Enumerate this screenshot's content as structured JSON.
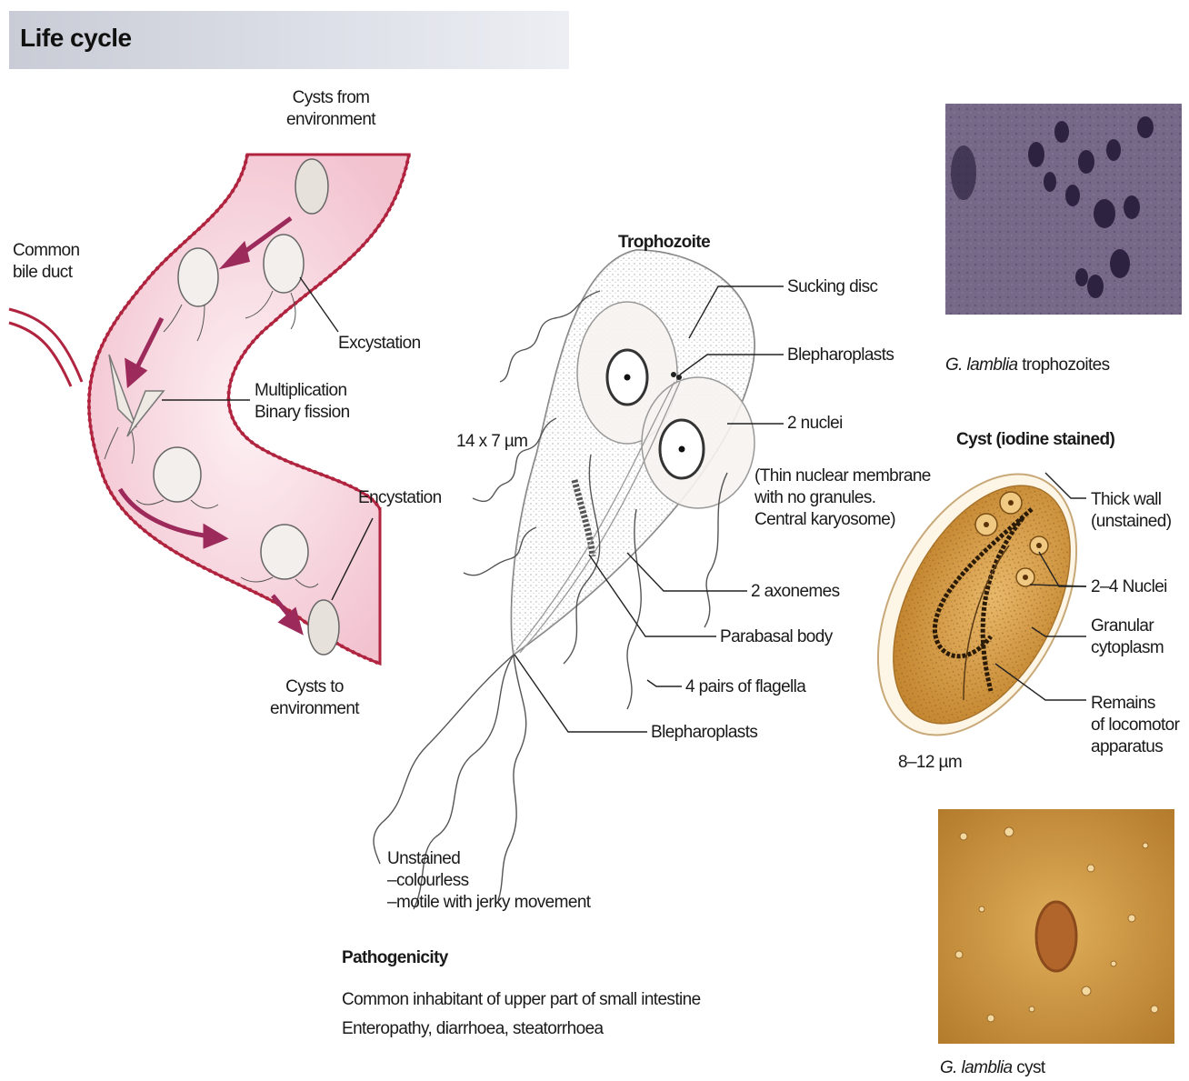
{
  "header": {
    "title": "Life cycle"
  },
  "life_cycle": {
    "cysts_from_env": [
      "Cysts from",
      "environment"
    ],
    "common_bile_duct": [
      "Common",
      "bile duct"
    ],
    "excystation": "Excystation",
    "multiplication": [
      "Multiplication",
      "Binary fission"
    ],
    "encystation": "Encystation",
    "cysts_to_env": [
      "Cysts to",
      "environment"
    ]
  },
  "trophozoite": {
    "title": "Trophozoite",
    "size": "14 x 7 µm",
    "sucking_disc": "Sucking disc",
    "blepharoplasts_top": "Blepharoplasts",
    "two_nuclei": "2 nuclei",
    "nuclear_note": [
      "(Thin nuclear membrane",
      "with no granules.",
      "Central karyosome)"
    ],
    "axonemes": "2 axonemes",
    "parabasal_body": "Parabasal body",
    "flagella": "4 pairs of flagella",
    "blepharoplasts_bottom": "Blepharoplasts",
    "unstained_note": [
      "Unstained",
      "–colourless",
      "–motile with jerky movement"
    ]
  },
  "pathogenicity": {
    "title": "Pathogenicity",
    "lines": [
      "Common inhabitant of upper part of small intestine",
      "Enteropathy, diarrhoea, steatorrhoea"
    ]
  },
  "micrograph_top": {
    "caption_italic": "G. lamblia",
    "caption_rest": " trophozoites"
  },
  "cyst": {
    "title": "Cyst (iodine stained)",
    "thick_wall": [
      "Thick wall",
      "(unstained)"
    ],
    "nuclei": "2–4 Nuclei",
    "granular": [
      "Granular",
      "cytoplasm"
    ],
    "remains": [
      "Remains",
      "of locomotor",
      "apparatus"
    ],
    "size": "8–12 µm"
  },
  "micrograph_bottom": {
    "caption_italic": "G. lamblia",
    "caption_rest": " cyst"
  },
  "colors": {
    "intestine_wall": "#b0243f",
    "intestine_fill": "#f6d3dc",
    "arrow": "#9c2a5a",
    "cyst_fill": "#d69a3e",
    "micrograph_purple": "#6f6180",
    "micrograph_amber": "#c98e3a"
  }
}
